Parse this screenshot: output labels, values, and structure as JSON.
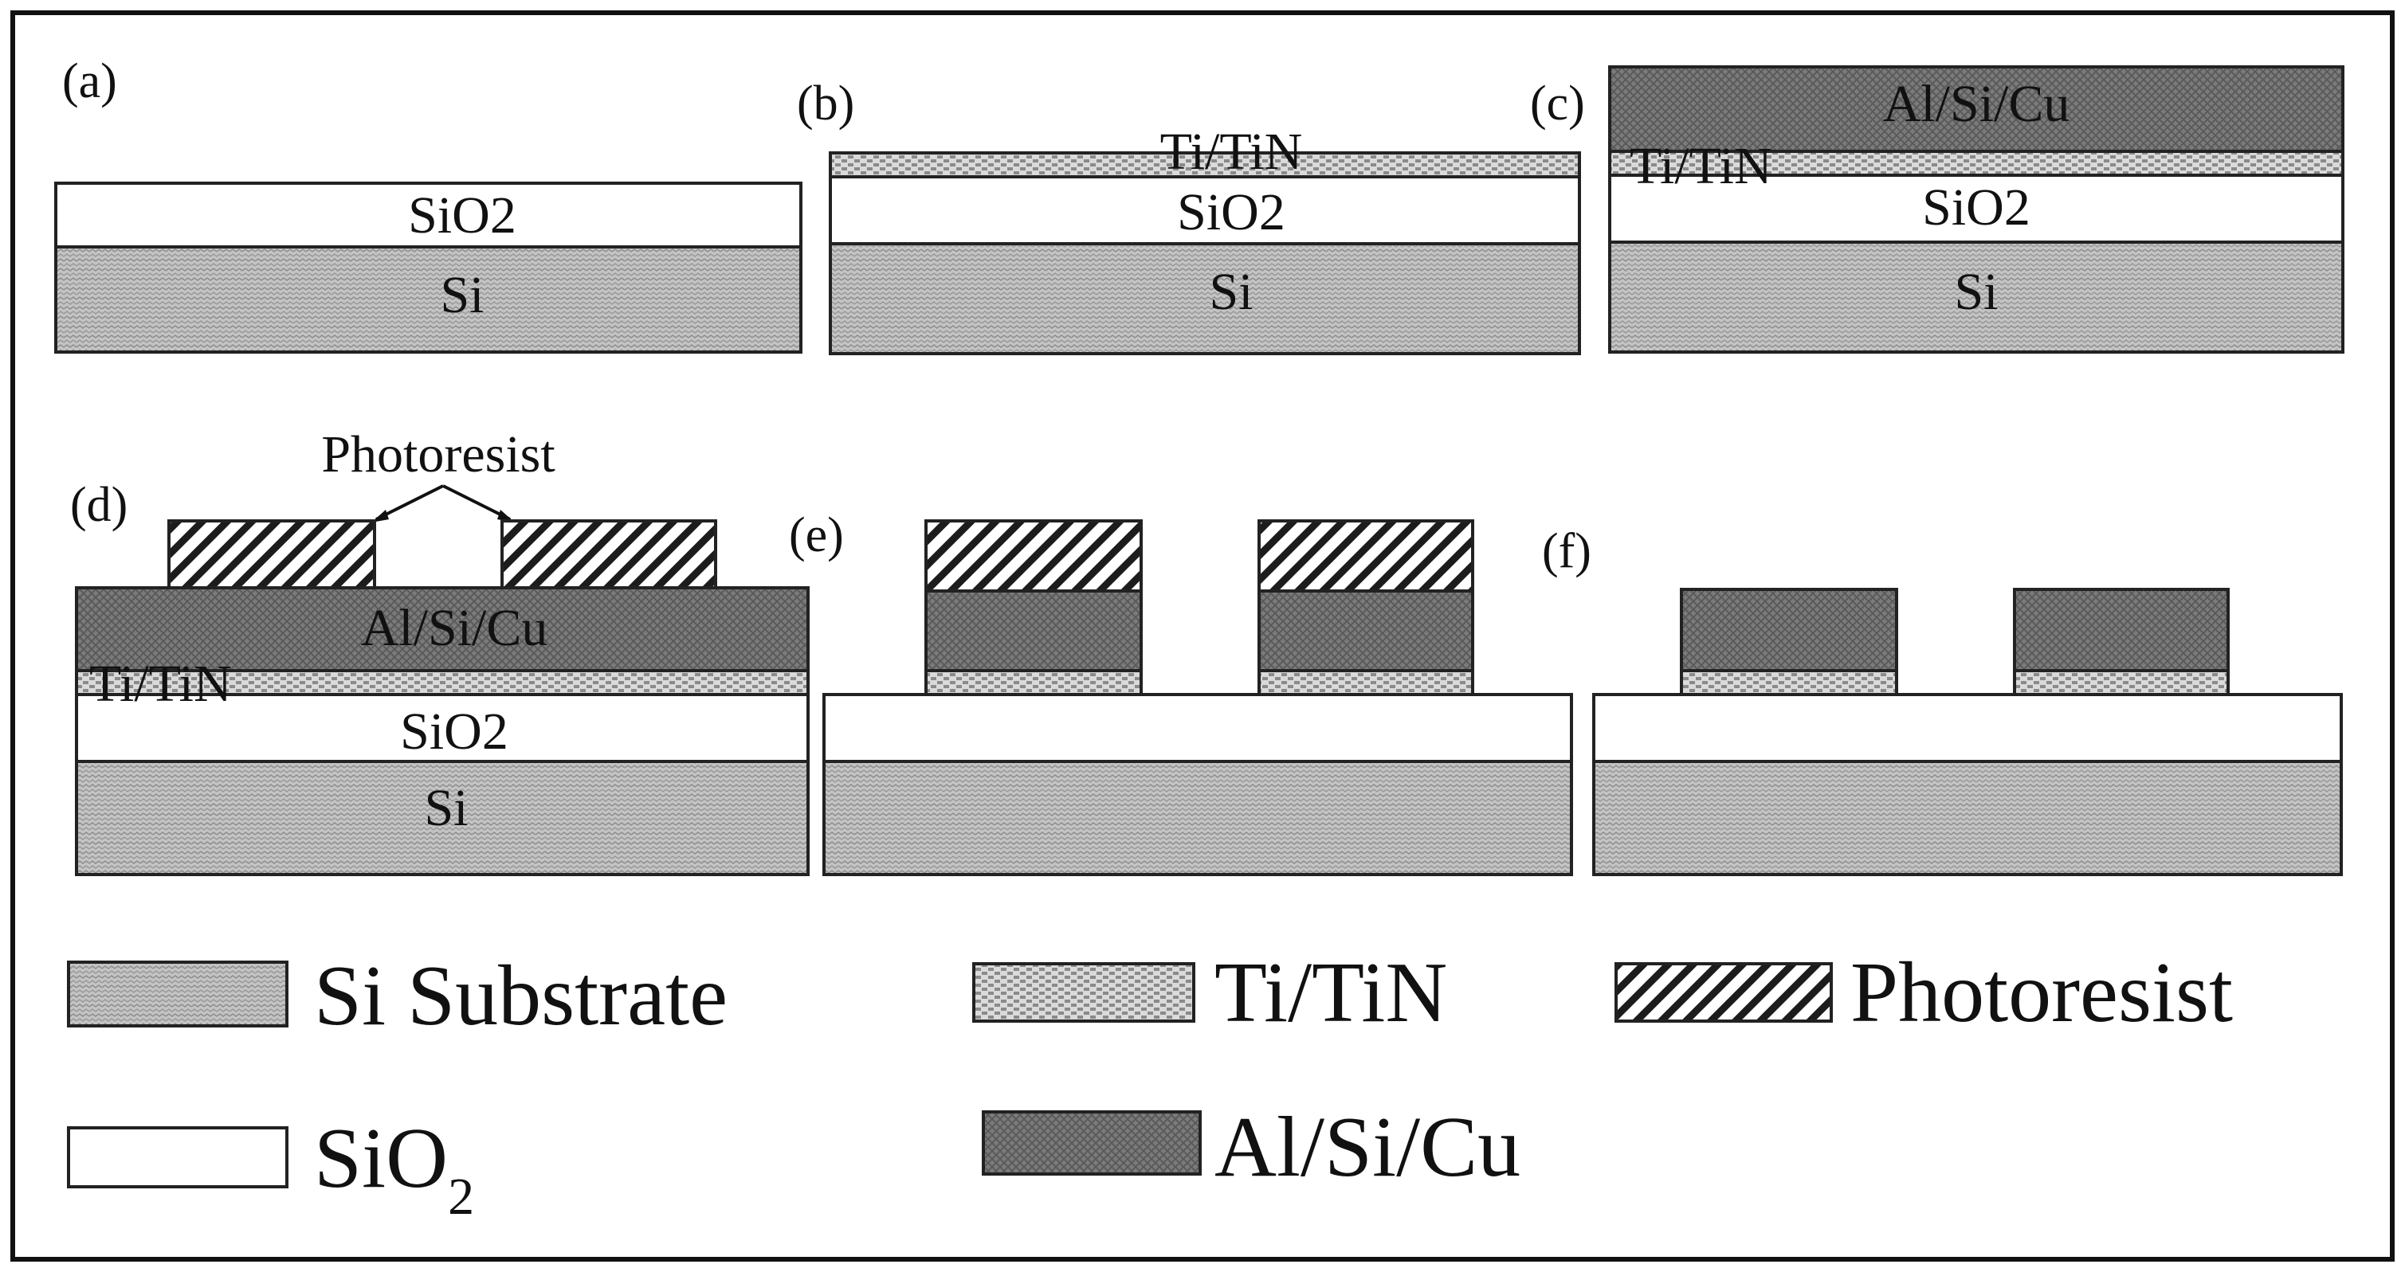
{
  "panels": {
    "a": {
      "label": "(a)",
      "sio2": "SiO2",
      "si": "Si"
    },
    "b": {
      "label": "(b)",
      "titin": "Ti/TiN",
      "sio2": "SiO2",
      "si": "Si"
    },
    "c": {
      "label": "(c)",
      "alsicu": "Al/Si/Cu",
      "titin": "Ti/TiN",
      "sio2": "SiO2",
      "si": "Si"
    },
    "d": {
      "label": "(d)",
      "photoresist": "Photoresist",
      "alsicu": "Al/Si/Cu",
      "titin": "Ti/TiN",
      "sio2": "SiO2",
      "si": "Si"
    },
    "e": {
      "label": "(e)"
    },
    "f": {
      "label": "(f)"
    }
  },
  "legend": {
    "si_substrate": "Si Substrate",
    "titin": "Ti/TiN",
    "photoresist": "Photoresist",
    "sio2_main": "SiO",
    "sio2_sub": "2",
    "alsicu": "Al/Si/Cu"
  },
  "colors": {
    "si": "#bdbdbd",
    "sio2": "#ffffff",
    "titin": "#cfcfcf",
    "alsicu": "#808080",
    "photoresist": "#ffffff",
    "outline": "#222222"
  }
}
